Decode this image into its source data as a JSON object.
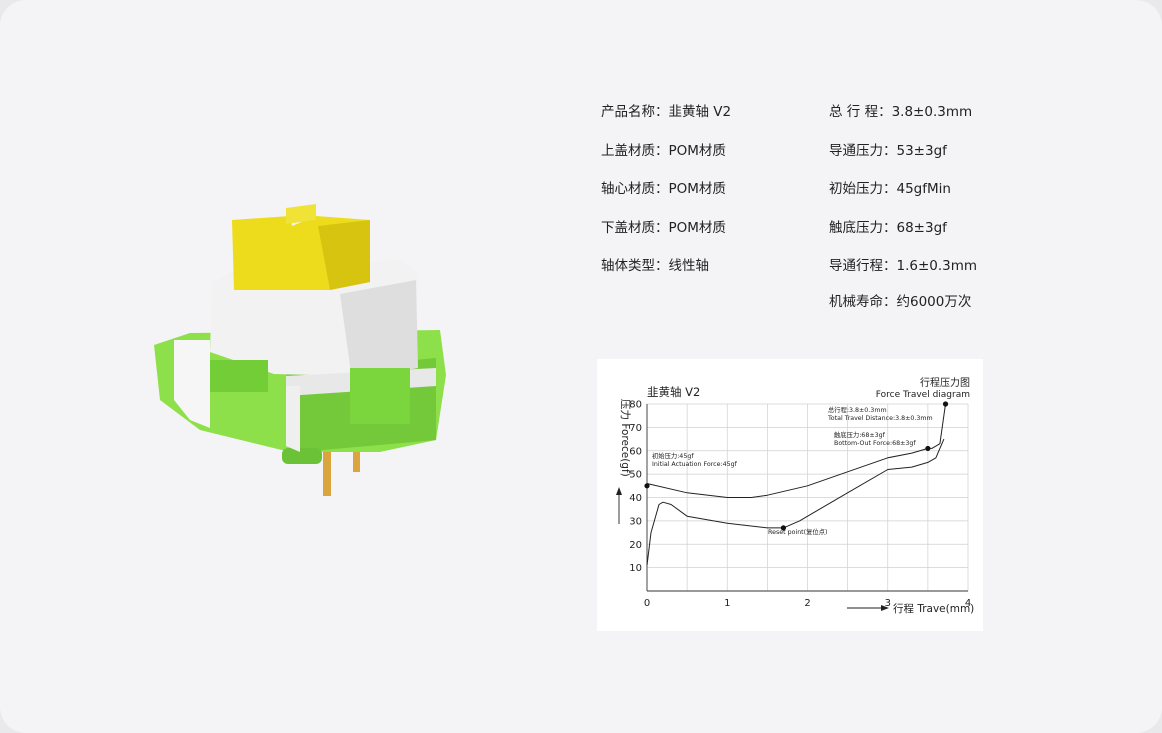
{
  "specs": {
    "product_name": "产品名称：韭黄轴 V2",
    "top_housing": "上盖材质：POM材质",
    "stem": "轴心材质：POM材质",
    "bottom_housing": "下盖材质：POM材质",
    "switch_type": "轴体类型：线性轴",
    "total_travel": "总 行 程：3.8±0.3mm",
    "actuation_force": "导通压力：53±3gf",
    "initial_force": "初始压力：45gfMin",
    "bottom_out_force": "触底压力：68±3gf",
    "actuation_travel": "导通行程：1.6±0.3mm",
    "lifespan": "机械寿命：约6000万次"
  },
  "colors": {
    "switch_yellow": "#ecdc1c",
    "switch_green": "#8ee04a",
    "housing_white": "#f2f2f2",
    "pin_gold": "#d9a53c"
  },
  "chart_data": {
    "type": "line",
    "title": "韭黄轴 V2",
    "title_right_cn": "行程压力图",
    "title_right_en": "Force Travel diagram",
    "ylabel": "压力 Forece(gf)",
    "xlabel": "行程 Trave(mm)",
    "xlim": [
      0,
      4
    ],
    "ylim": [
      0,
      80
    ],
    "xticks": [
      "0",
      "1",
      "2",
      "3",
      "4"
    ],
    "yticks": [
      "10",
      "20",
      "30",
      "40",
      "50",
      "60",
      "70",
      "80"
    ],
    "grid": true,
    "series": [
      {
        "x": [
          0,
          0.05,
          0.15,
          0.2,
          0.3,
          0.5,
          1.0,
          1.5,
          1.7,
          1.9,
          2.5,
          3.0,
          3.3,
          3.5,
          3.6,
          3.7
        ],
        "values": [
          11,
          25,
          37,
          38,
          37,
          32,
          29,
          27,
          27,
          30,
          42,
          52,
          53,
          55,
          57,
          65
        ]
      },
      {
        "x": [
          3.72,
          3.65,
          3.55,
          3.5,
          3.3,
          3.0,
          2.5,
          2.0,
          1.5,
          1.3,
          1.0,
          0.5,
          0.0
        ],
        "values": [
          80,
          63,
          61,
          61,
          59,
          57,
          51,
          45,
          41,
          40,
          40,
          42,
          46
        ]
      }
    ],
    "points": [
      {
        "x": 0,
        "y": 45
      },
      {
        "x": 1.7,
        "y": 27
      },
      {
        "x": 3.5,
        "y": 61
      },
      {
        "x": 3.72,
        "y": 80
      }
    ],
    "annotations": {
      "total_cn": "总行程:3.8±0.3mm",
      "total_en": "Total Travel Distance:3.8±0.3mm",
      "bottom_cn": "触底压力:68±3gf",
      "bottom_en": "Bottom-Out Force:68±3gf",
      "initial_cn": "初始压力:45gf",
      "initial_en": "Initial Actuation Force:45gf",
      "reset": "Reset point(复位点)"
    }
  }
}
